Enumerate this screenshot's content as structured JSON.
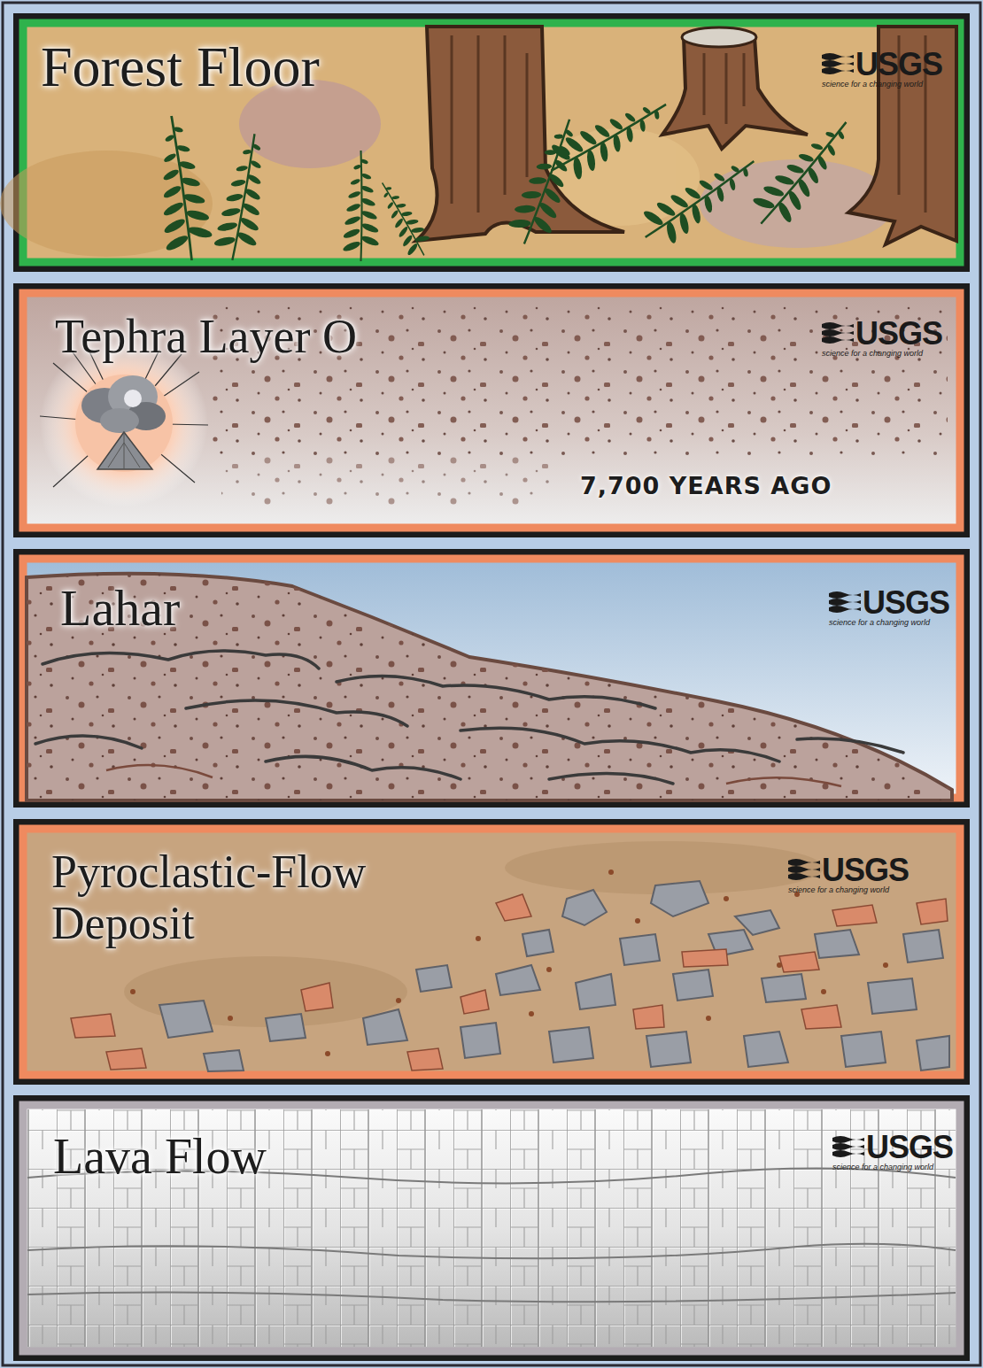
{
  "diagram": {
    "nodes": [
      {
        "text": [
          "Forest Floor",
          "USGS",
          "science for a changing world"
        ]
      },
      {
        "text": [
          "Tephra Layer O",
          "7,700 YEARS AGO",
          "USGS",
          "science for a changing world"
        ]
      },
      {
        "text": [
          "Lahar",
          "USGS",
          "science for a changing world"
        ]
      },
      {
        "text": [
          "Pyroclastic-Flow Deposit",
          "USGS",
          "science for a changing world"
        ]
      },
      {
        "text": [
          "Lava Flow",
          "USGS",
          "science for a changing world"
        ]
      }
    ]
  }
}
